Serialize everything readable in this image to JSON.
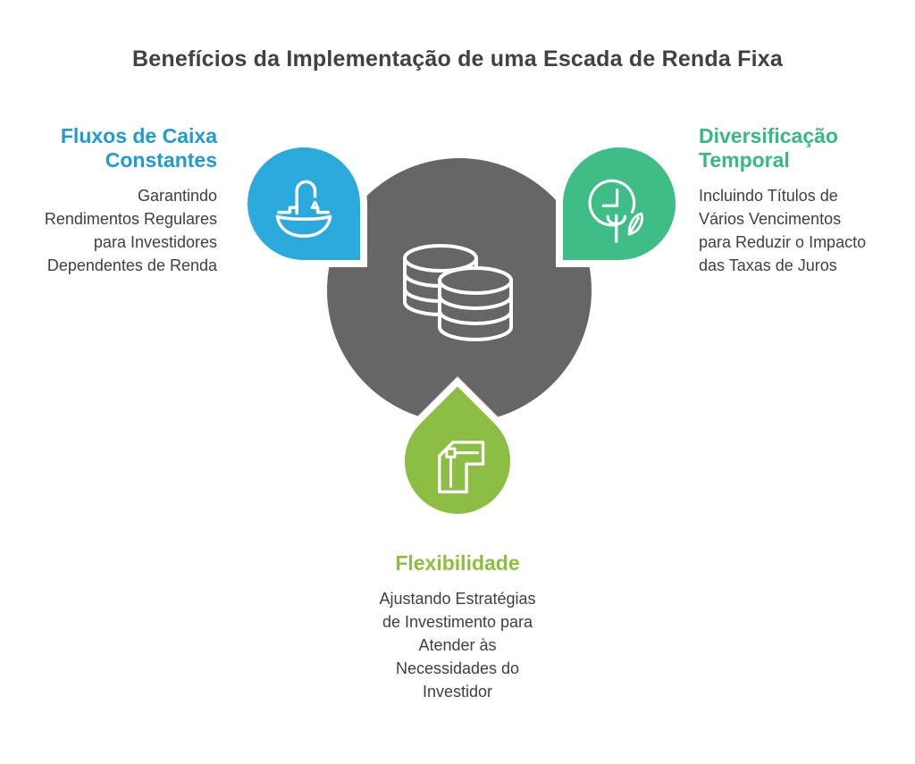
{
  "title": "Benefícios da Implementação de uma Escada de Renda Fixa",
  "colors": {
    "bubble_blue": "#29A9DC",
    "bubble_green": "#3EBD86",
    "bubble_olive": "#8CBE44",
    "center_circle": "#666666",
    "heading_blue": "#1E9CD1",
    "heading_green": "#35BA80",
    "heading_olive": "#8CBE3F",
    "title_text": "#414141",
    "body_text": "#3F3F3F",
    "icon_stroke": "#FFFFFF"
  },
  "center": {
    "icon": "database-icon"
  },
  "benefits": [
    {
      "id": "fluxos-de-caixa",
      "icon": "sink-faucet-icon",
      "heading_lines": [
        "Fluxos de Caixa",
        "Constantes"
      ],
      "body_lines": [
        "Garantindo",
        "Rendimentos Regulares",
        "para Investidores",
        "Dependentes de Renda"
      ]
    },
    {
      "id": "diversificacao-temporal",
      "icon": "clock-plant-icon",
      "heading_lines": [
        "Diversificação",
        "Temporal"
      ],
      "body_lines": [
        "Incluindo Títulos de",
        "Vários Vencimentos",
        "para Reduzir o Impacto",
        "das Taxas de Juros"
      ]
    },
    {
      "id": "flexibilidade",
      "icon": "corner-path-icon",
      "heading_lines": [
        "Flexibilidade"
      ],
      "body_lines": [
        "Ajustando Estratégias",
        "de Investimento para",
        "Atender às",
        "Necessidades do",
        "Investidor"
      ]
    }
  ]
}
